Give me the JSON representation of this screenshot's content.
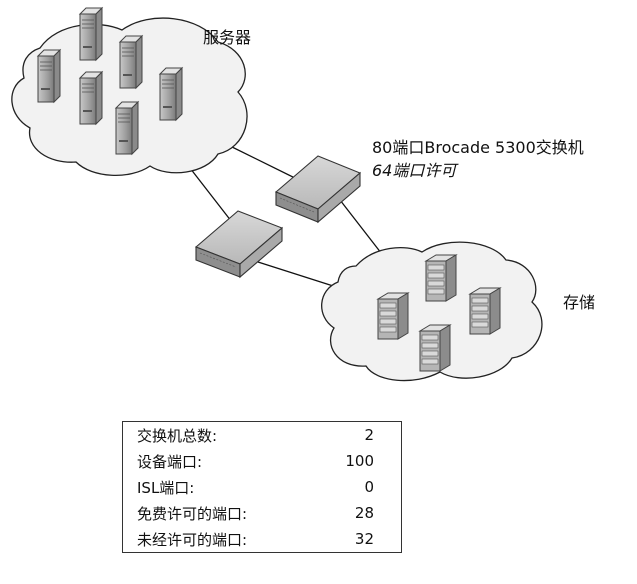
{
  "labels": {
    "servers": "服务器",
    "switch_title": "80端口Brocade 5300交换机",
    "switch_license": "64端口许可",
    "storage": "存储"
  },
  "stats": [
    {
      "label": "交换机总数:",
      "value": "2"
    },
    {
      "label": "设备端口:",
      "value": "100"
    },
    {
      "label": "ISL端口:",
      "value": "0"
    },
    {
      "label": "免费许可的端口:",
      "value": "28"
    },
    {
      "label": "未经许可的端口:",
      "value": "32"
    }
  ]
}
